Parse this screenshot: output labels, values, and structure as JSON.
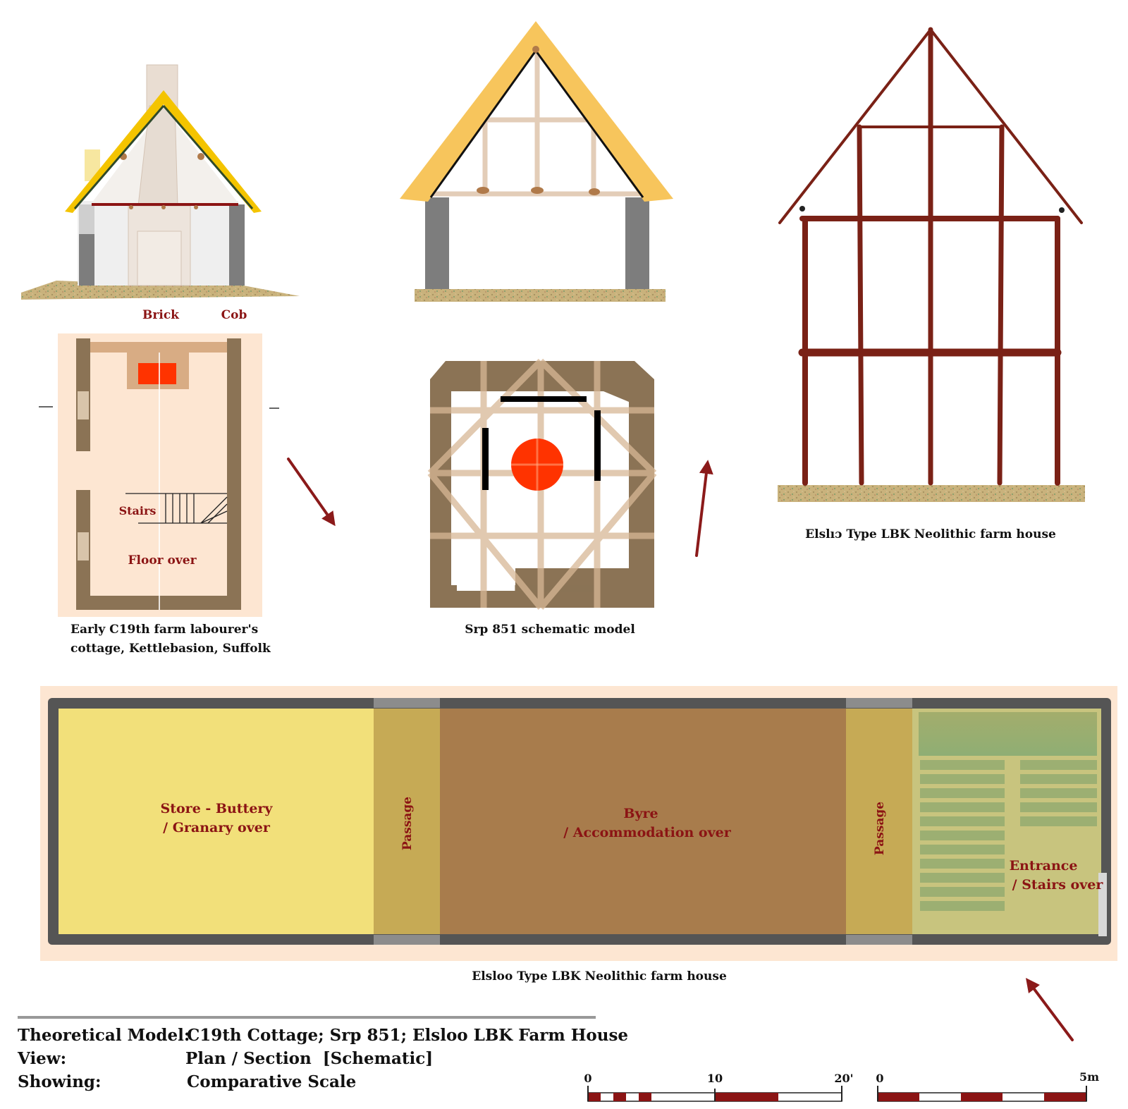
{
  "cottage": {
    "label_brick": "Brick",
    "label_cob": "Cob",
    "label_stairs": "Stairs",
    "label_floor_over": "Floor over",
    "caption_line1": "Early C19th farm labourer's",
    "caption_line2": "cottage, Kettlebasion, Suffolk"
  },
  "srp": {
    "caption": "Srp 851 schematic model"
  },
  "elsloo_section": {
    "caption": "Elslıɔ Type LBK Neolithic farm house"
  },
  "longhouse": {
    "rooms": [
      {
        "line1": "Store - Buttery",
        "line2": "/ Granary over"
      },
      {
        "line1": "Passage"
      },
      {
        "line1": "Byre",
        "line2": "/ Accommodation over"
      },
      {
        "line1": "Passage"
      },
      {
        "line1": "Entrance",
        "line2": "/ Stairs over"
      }
    ],
    "caption": "Elsloo Type LBK Neolithic farm house"
  },
  "footer": {
    "rows": [
      {
        "key": "Theoretical Model:",
        "value": "C19th Cottage; Srp 851; Elsloo LBK Farm House"
      },
      {
        "key": "View:",
        "value": "Plan / Section  [Schematic]"
      },
      {
        "key": "Showing:",
        "value": "Comparative Scale"
      }
    ]
  },
  "scales": {
    "imperial": {
      "ticks": [
        "0",
        "10",
        "20'"
      ]
    },
    "metric": {
      "ticks": [
        "0",
        "5m"
      ]
    }
  },
  "colors": {
    "thatch": "#f7c55c",
    "wall_grey": "#7d7d7d",
    "timber_dark": "#7a2116",
    "timber_light": "#d8c4aa",
    "plan_bg": "#fde6d2",
    "cob_wall": "#8b7355",
    "hearth": "#ff3300",
    "label_red": "#8b1414",
    "store": "#f2e07a",
    "passage": "#c6aa55",
    "byre": "#a87c4c",
    "entrance": "#c8c47e",
    "arrow": "#8b1a1a"
  }
}
